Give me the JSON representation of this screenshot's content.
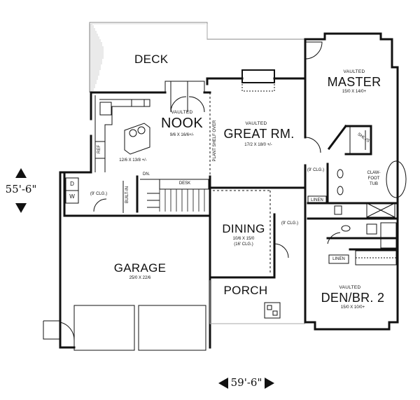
{
  "rooms": {
    "deck": {
      "name": "DECK"
    },
    "nook": {
      "note": "VAULTED",
      "name": "NOOK",
      "size": "9/6 X 16/6+/-"
    },
    "kitchen": {
      "size": "12/6 X 13/8 +/-"
    },
    "great_room": {
      "note": "VAULTED",
      "name": "GREAT RM.",
      "size": "17/2 X 18/0 +/-"
    },
    "master": {
      "note": "VAULTED",
      "name": "MASTER",
      "size": "15/0 X 14/0+"
    },
    "dining": {
      "name": "DINING",
      "size": "10/6 X 15/0",
      "ceiling": "(16' CLG.)"
    },
    "garage": {
      "name": "GARAGE",
      "size": "25/0 X 22/6"
    },
    "porch": {
      "name": "PORCH"
    },
    "den": {
      "note": "VAULTED",
      "name": "DEN/BR. 2",
      "size": "15/0 X 10/0+"
    }
  },
  "fixtures": {
    "plant_shelf": "PLANT SHELF OVER",
    "desk": "DESK",
    "down": "DN.",
    "ref": "REF",
    "built_in": "BUILT-IN",
    "washer": "W",
    "dryer": "D",
    "shelves": "SHLVS",
    "tub": [
      "CLAW-",
      "FOOT",
      "TUB"
    ],
    "linen_upper": "LINEN",
    "linen_lower": "LINEN",
    "laundry_ceiling": "(9' CLG.)",
    "bath_ceiling": "(9' CLG.)",
    "hall_ceiling": "(9' CLG.)"
  },
  "dimensions": {
    "depth": "55'-6\"",
    "width": "59'-6\""
  }
}
